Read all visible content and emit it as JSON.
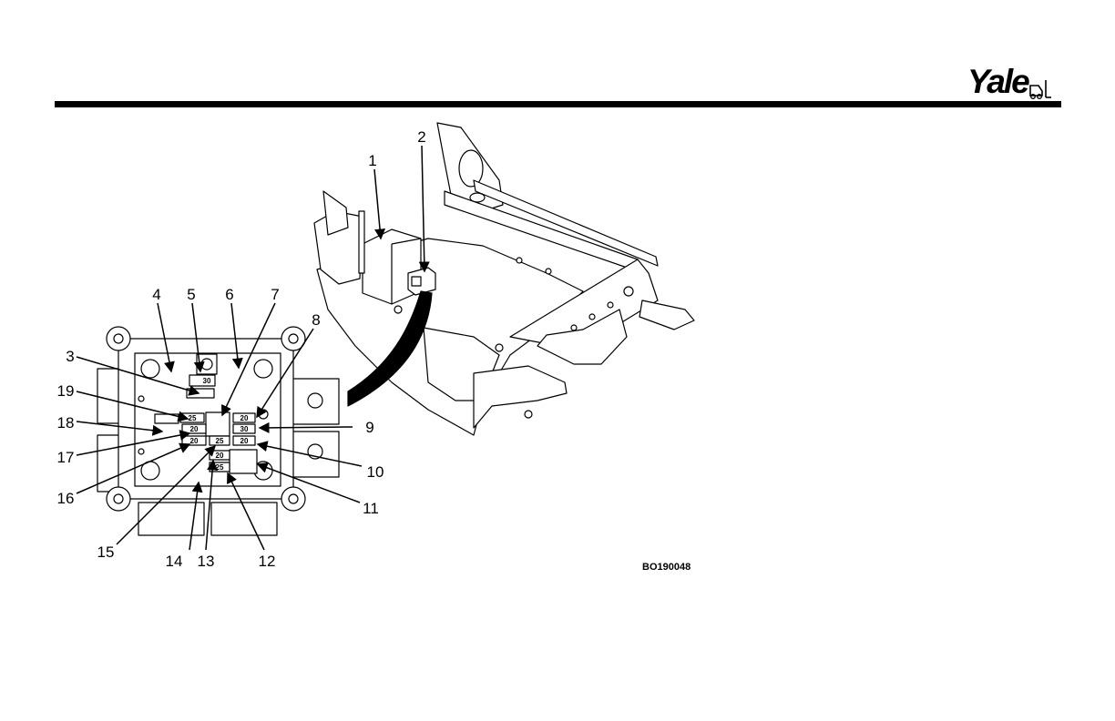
{
  "brand": {
    "name": "Yale"
  },
  "figure": {
    "code": "BO190048"
  },
  "callouts": [
    "1",
    "2",
    "3",
    "4",
    "5",
    "6",
    "7",
    "8",
    "9",
    "10",
    "11",
    "12",
    "13",
    "14",
    "15",
    "16",
    "17",
    "18",
    "19"
  ],
  "fuse_values": {
    "f5": "30",
    "f19": "25",
    "f8": "20",
    "f17": "20",
    "f9": "30",
    "f16": "20",
    "f15": "25",
    "f10": "20",
    "f12": "20",
    "f13": "25"
  },
  "colors": {
    "ink": "#000000",
    "paper": "#ffffff"
  }
}
